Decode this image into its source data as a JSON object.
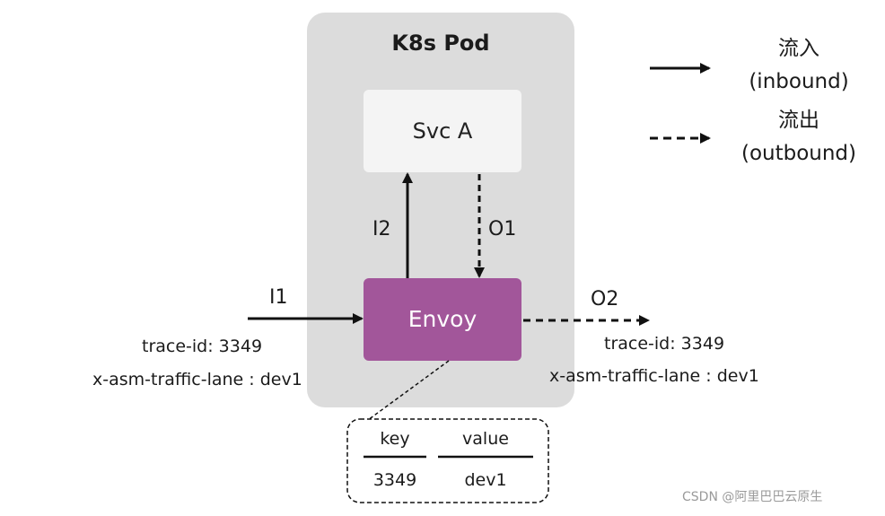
{
  "pod": {
    "title": "K8s Pod",
    "service": "Svc A",
    "proxy": "Envoy"
  },
  "edges": {
    "inbound_in": "I1",
    "inbound_to_svc": "I2",
    "outbound_from_svc": "O1",
    "outbound_out": "O2"
  },
  "headers_in": {
    "trace": "trace-id:  3349",
    "lane": "x-asm-traffic-lane : dev1"
  },
  "headers_out": {
    "trace": "trace-id: 3349",
    "lane": "x-asm-traffic-lane : dev1"
  },
  "kv_table": {
    "col_key": "key",
    "col_value": "value",
    "row_key": "3349",
    "row_value": "dev1"
  },
  "legend": {
    "inbound_cn": "流入",
    "inbound_en": "(inbound)",
    "outbound_cn": "流出",
    "outbound_en": "(outbound)"
  },
  "watermark": "CSDN @阿里巴巴云原生",
  "colors": {
    "pod_bg": "#dcdcdc",
    "svc_bg": "#f4f4f4",
    "envoy_bg": "#a2569a",
    "line": "#111111"
  }
}
